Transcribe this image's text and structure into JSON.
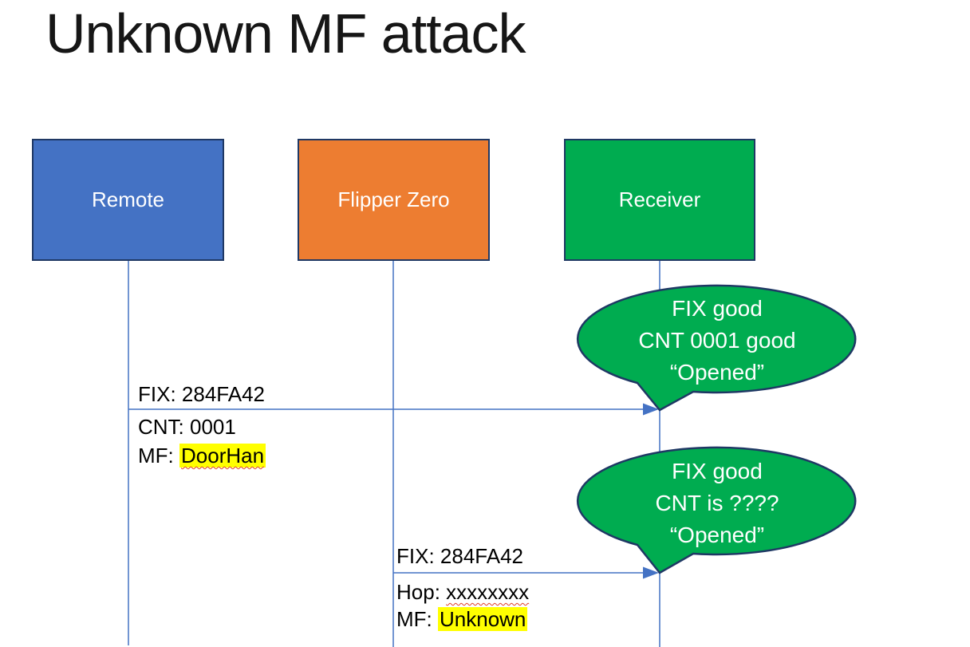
{
  "title": "Unknown MF attack",
  "actors": [
    {
      "label": "Remote"
    },
    {
      "label": "Flipper Zero"
    },
    {
      "label": "Receiver"
    }
  ],
  "messages": [
    {
      "from": "Remote",
      "to": "Receiver",
      "line_above": "FIX: 284FA42",
      "line2": "CNT: 0001",
      "line3_prefix": "MF: ",
      "line3_value": "DoorHan"
    },
    {
      "from": "Flipper Zero",
      "to": "Receiver",
      "line_above": "FIX: 284FA42",
      "line2_prefix": "Hop: ",
      "line2_value": "xxxxxxxx",
      "line3_prefix": "MF: ",
      "line3_value": "Unknown"
    }
  ],
  "callouts": [
    {
      "line1": "FIX good",
      "line2": "CNT 0001 good",
      "line3": "“Opened”"
    },
    {
      "line1": "FIX good",
      "line2": "CNT is ????",
      "line3": "“Opened”"
    }
  ],
  "colors": {
    "actor_blue": "#4472C4",
    "actor_orange": "#ED7D31",
    "actor_green": "#00AC50",
    "bubble_green": "#00AC50",
    "border_navy": "#1F3864",
    "line_blue": "#4472C4",
    "highlight_yellow": "#FFFF00",
    "spellcheck_red": "#E0402A",
    "title_text": "#161616",
    "background": "#FFFFFF"
  }
}
